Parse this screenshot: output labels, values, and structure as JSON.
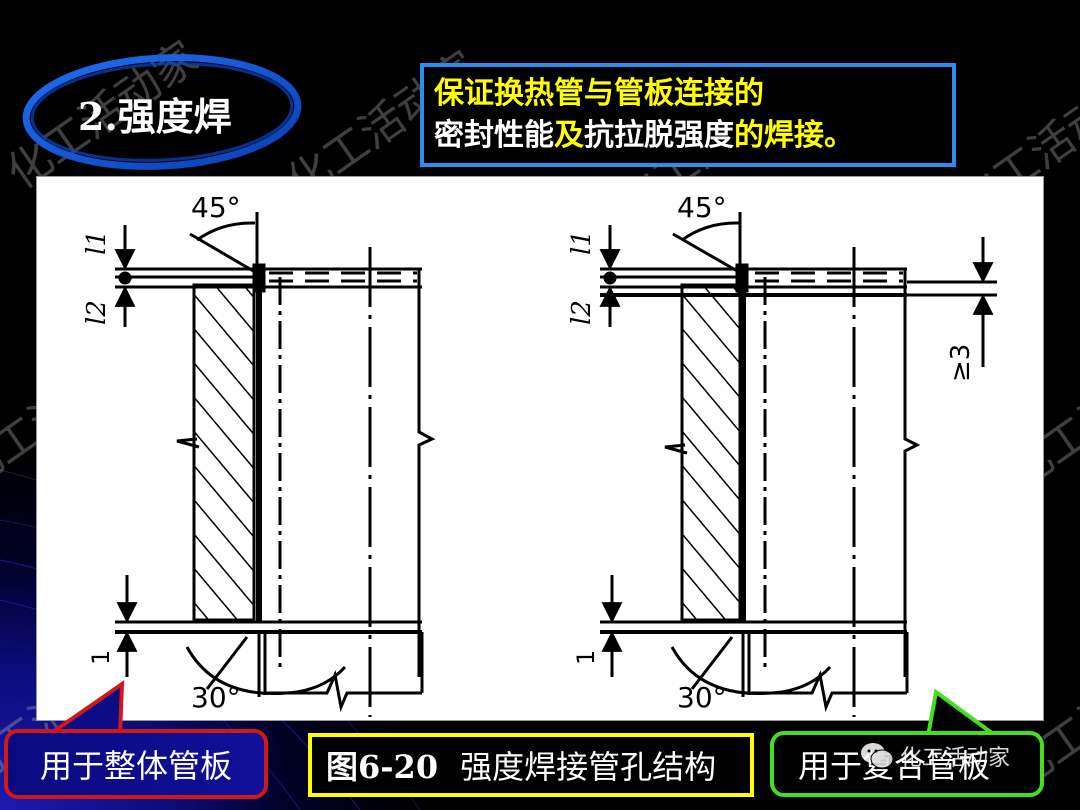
{
  "slide": {
    "heading": "2.强度焊",
    "definition": {
      "line1": [
        {
          "text": "保证换热管与管板连接的",
          "color": "yellow"
        }
      ],
      "line2": [
        {
          "text": "密封性能",
          "color": "white"
        },
        {
          "text": "及",
          "color": "yellow"
        },
        {
          "text": "抗拉脱强度",
          "color": "white"
        },
        {
          "text": "的焊接。",
          "color": "yellow"
        }
      ]
    },
    "figure": {
      "left_diagram": {
        "angle_top": "45°",
        "angle_bottom": "30°",
        "dim_l1": "l1",
        "dim_l2": "l2",
        "dim_bottom": "1"
      },
      "right_diagram": {
        "angle_top": "45°",
        "angle_bottom": "30°",
        "dim_l1": "l1",
        "dim_l2": "l2",
        "dim_bottom": "1",
        "dim_right": "≥3"
      }
    },
    "callout_left": "用于整体管板",
    "caption": {
      "number": "图6-20",
      "title": "强度焊接管孔结构"
    },
    "callout_right": "用于复合管板",
    "watermark_text": "化工活动家",
    "wechat_badge": "化工活动家"
  },
  "colors": {
    "background": "#000000",
    "heading_ellipse": "#1558d6",
    "definition_border": "#2c8cf0",
    "highlight_yellow": "#ffff00",
    "callout_left_border": "#d01818",
    "caption_border": "#ffff00",
    "callout_right_border": "#44e020"
  }
}
